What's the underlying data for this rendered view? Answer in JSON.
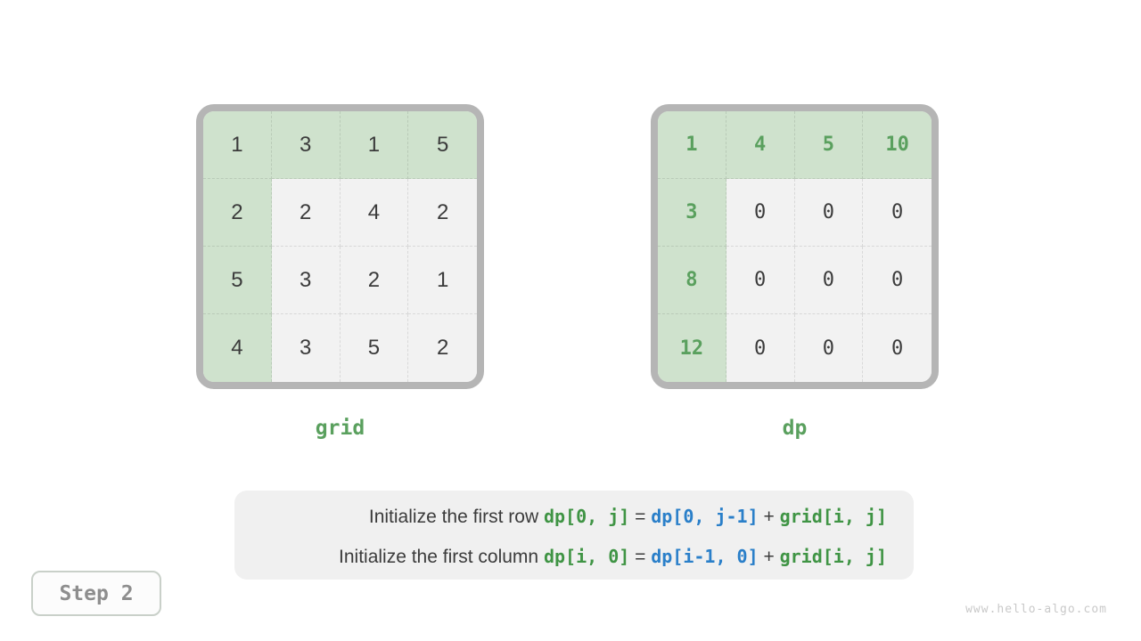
{
  "colors": {
    "page-bg": "#ffffff",
    "grid-border": "#b5b5b5",
    "cell-green": "#cfe2cd",
    "cell-gray": "#f2f2f2",
    "text-dark": "#3b3b3b",
    "text-green": "#5aa05e",
    "code-green": "#3f9444",
    "code-blue": "#2a7fc9",
    "caption-bg": "#f0f0f0",
    "step-text": "#8e8e8e",
    "step-border": "#c9d0c9",
    "watermark": "#c9c9c9"
  },
  "grids": [
    {
      "name": "grid",
      "label": "grid",
      "font": "sans",
      "highlight_text": false,
      "rows": [
        [
          "1",
          "3",
          "1",
          "5"
        ],
        [
          "2",
          "2",
          "4",
          "2"
        ],
        [
          "5",
          "3",
          "2",
          "1"
        ],
        [
          "4",
          "3",
          "5",
          "2"
        ]
      ]
    },
    {
      "name": "dp",
      "label": "dp",
      "font": "mono",
      "highlight_text": true,
      "rows": [
        [
          "1",
          "4",
          "5",
          "10"
        ],
        [
          "3",
          "0",
          "0",
          "0"
        ],
        [
          "8",
          "0",
          "0",
          "0"
        ],
        [
          "12",
          "0",
          "0",
          "0"
        ]
      ]
    }
  ],
  "caption": {
    "lines": [
      {
        "segments": [
          {
            "text": "Initialize the first row ",
            "style": "plain"
          },
          {
            "text": "dp[0, j]",
            "style": "code-green"
          },
          {
            "text": " = ",
            "style": "plain"
          },
          {
            "text": "dp[0, j-1]",
            "style": "code-blue"
          },
          {
            "text": " + ",
            "style": "plain"
          },
          {
            "text": "grid[i, j]",
            "style": "code-green"
          }
        ]
      },
      {
        "segments": [
          {
            "text": "Initialize the first column ",
            "style": "plain"
          },
          {
            "text": "dp[i, 0]",
            "style": "code-green"
          },
          {
            "text": " = ",
            "style": "plain"
          },
          {
            "text": "dp[i-1, 0]",
            "style": "code-blue"
          },
          {
            "text": " + ",
            "style": "plain"
          },
          {
            "text": "grid[i, j]",
            "style": "code-green"
          }
        ]
      }
    ]
  },
  "step_badge": {
    "label": "Step 2"
  },
  "watermark": {
    "text": "www.hello-algo.com"
  }
}
